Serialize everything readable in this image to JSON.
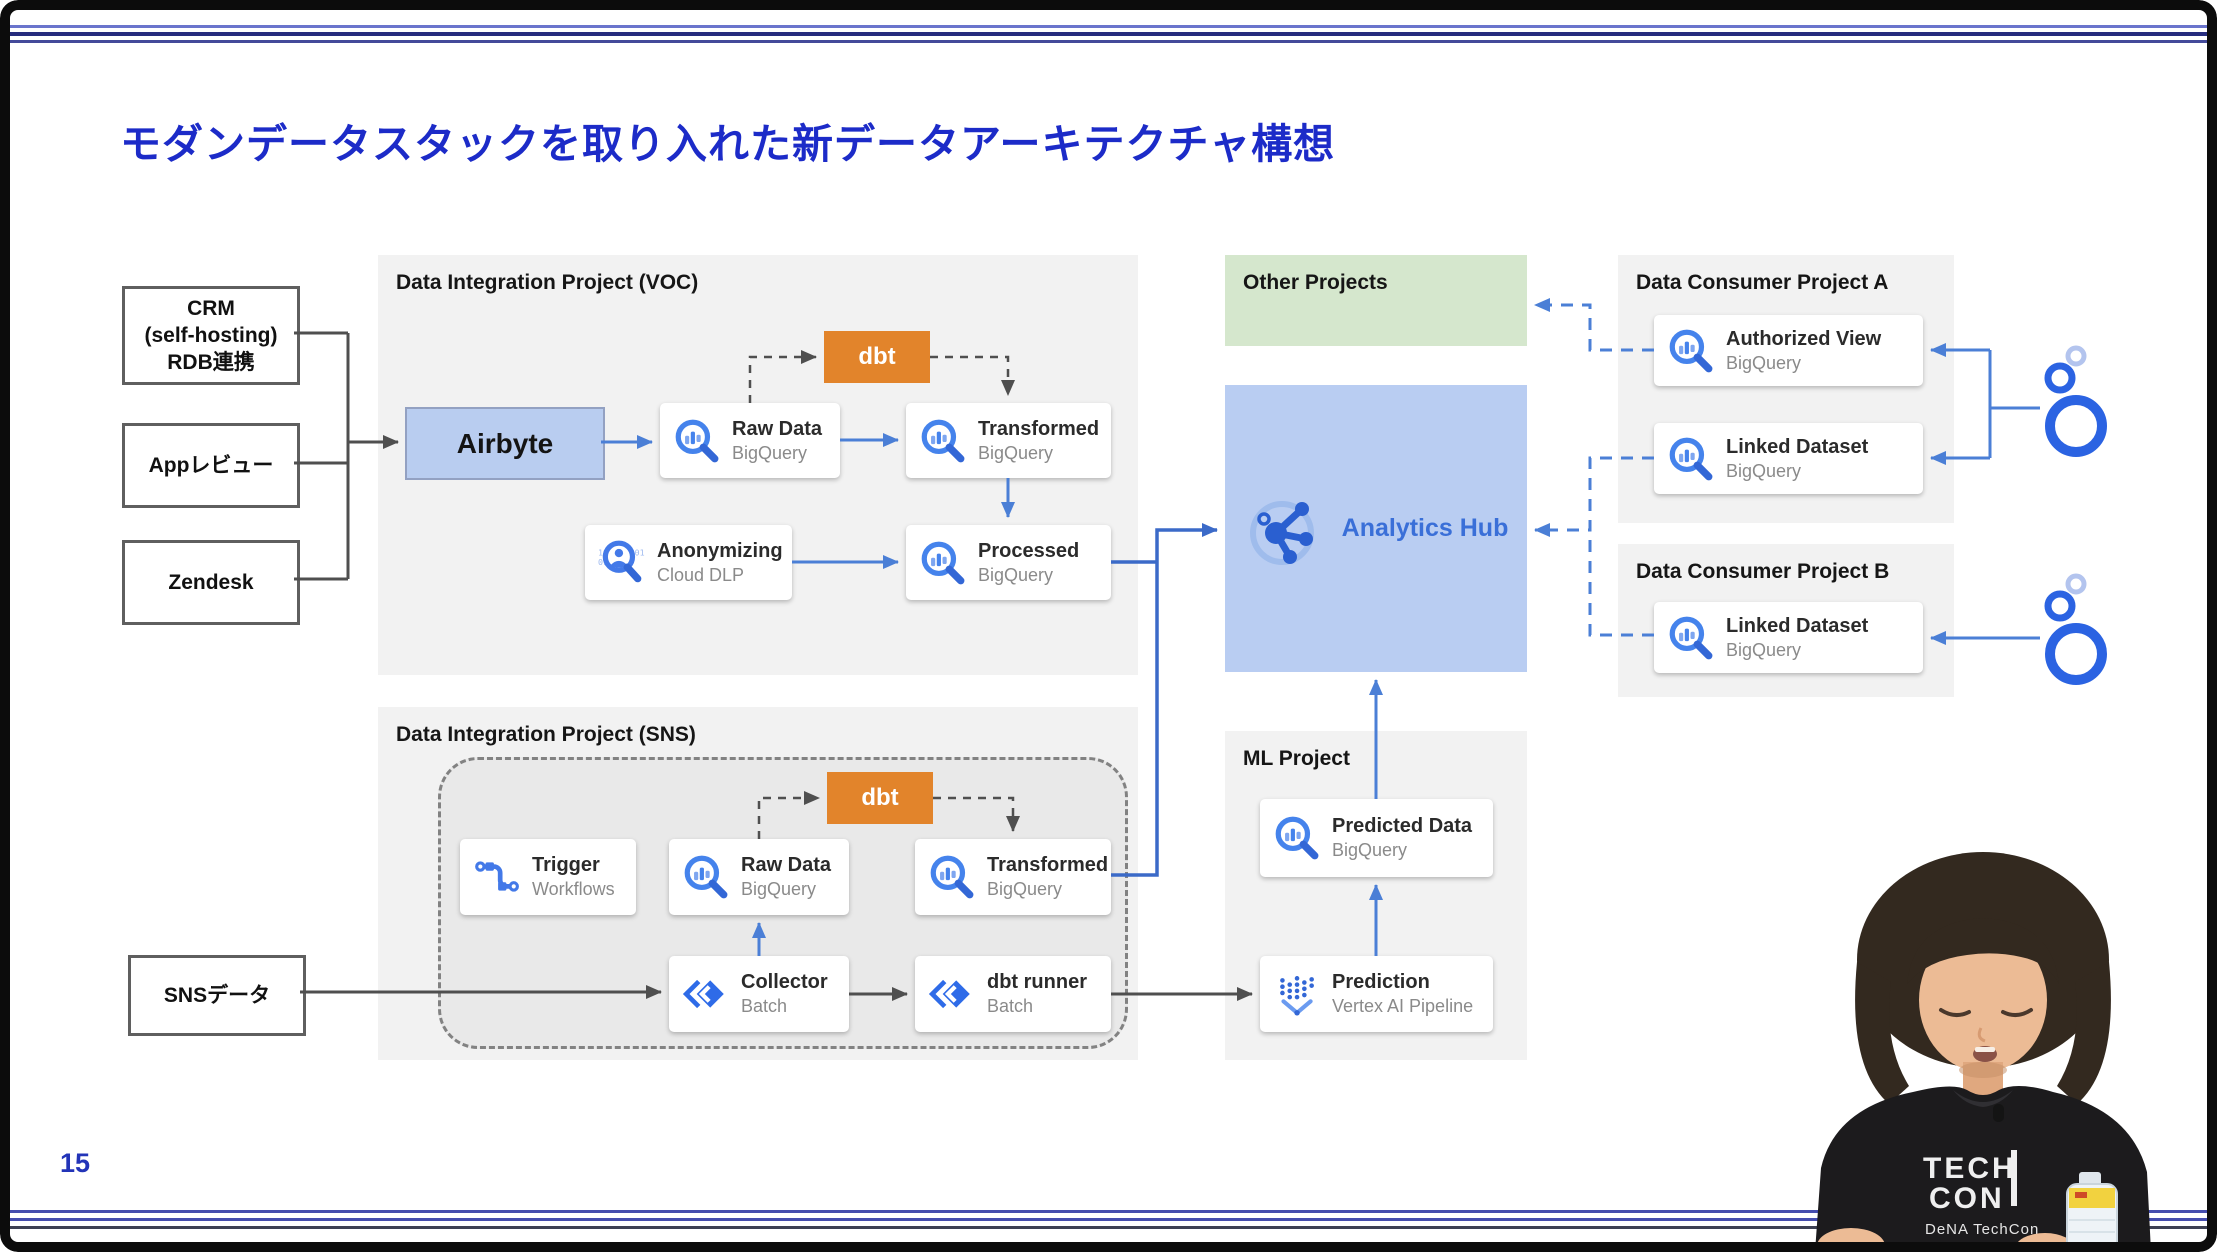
{
  "title": "モダンデータスタックを取り入れた新データアーキテクチャ構想",
  "page_number": "15",
  "sources": {
    "crm": "CRM\n(self-hosting)\nRDB連携",
    "app_review": "Appレビュー",
    "zendesk": "Zendesk",
    "sns": "SNSデータ"
  },
  "voc": {
    "header": "Data Integration Project (VOC)",
    "airbyte": "Airbyte",
    "dbt": "dbt",
    "raw": {
      "title": "Raw Data",
      "subtitle": "BigQuery"
    },
    "transformed": {
      "title": "Transformed",
      "subtitle": "BigQuery"
    },
    "anonymizing": {
      "title": "Anonymizing",
      "subtitle": "Cloud DLP"
    },
    "processed": {
      "title": "Processed",
      "subtitle": "BigQuery"
    }
  },
  "sns_project": {
    "header": "Data Integration Project (SNS)",
    "dbt": "dbt",
    "trigger": {
      "title": "Trigger",
      "subtitle": "Workflows"
    },
    "raw": {
      "title": "Raw Data",
      "subtitle": "BigQuery"
    },
    "transformed": {
      "title": "Transformed",
      "subtitle": "BigQuery"
    },
    "collector": {
      "title": "Collector",
      "subtitle": "Batch"
    },
    "dbt_runner": {
      "title": "dbt runner",
      "subtitle": "Batch"
    }
  },
  "other_projects": {
    "header": "Other Projects"
  },
  "analytics_hub": {
    "label": "Analytics Hub"
  },
  "ml": {
    "header": "ML Project",
    "predicted": {
      "title": "Predicted Data",
      "subtitle": "BigQuery"
    },
    "prediction": {
      "title": "Prediction",
      "subtitle": "Vertex AI Pipeline"
    }
  },
  "consumer_a": {
    "header": "Data Consumer Project A",
    "authorized_view": {
      "title": "Authorized View",
      "subtitle": "BigQuery"
    },
    "linked_dataset": {
      "title": "Linked Dataset",
      "subtitle": "BigQuery"
    }
  },
  "consumer_b": {
    "header": "Data Consumer Project B",
    "linked_dataset": {
      "title": "Linked Dataset",
      "subtitle": "BigQuery"
    }
  },
  "presenter": {
    "shirt_text_top": "TECH",
    "shirt_text_bottom": "CON",
    "shirt_caption": "DeNA TechCon"
  },
  "colors": {
    "title_blue": "#1c2bc8",
    "dbt_orange": "#e2842b",
    "hub_fill": "#b9cdf2",
    "hub_text": "#3a6fd8",
    "other_green": "#d5e7cd",
    "airbyte_fill": "#b9cdf0",
    "accent_blue": "#4b7fd6",
    "line_dark": "#4f4f4f"
  }
}
